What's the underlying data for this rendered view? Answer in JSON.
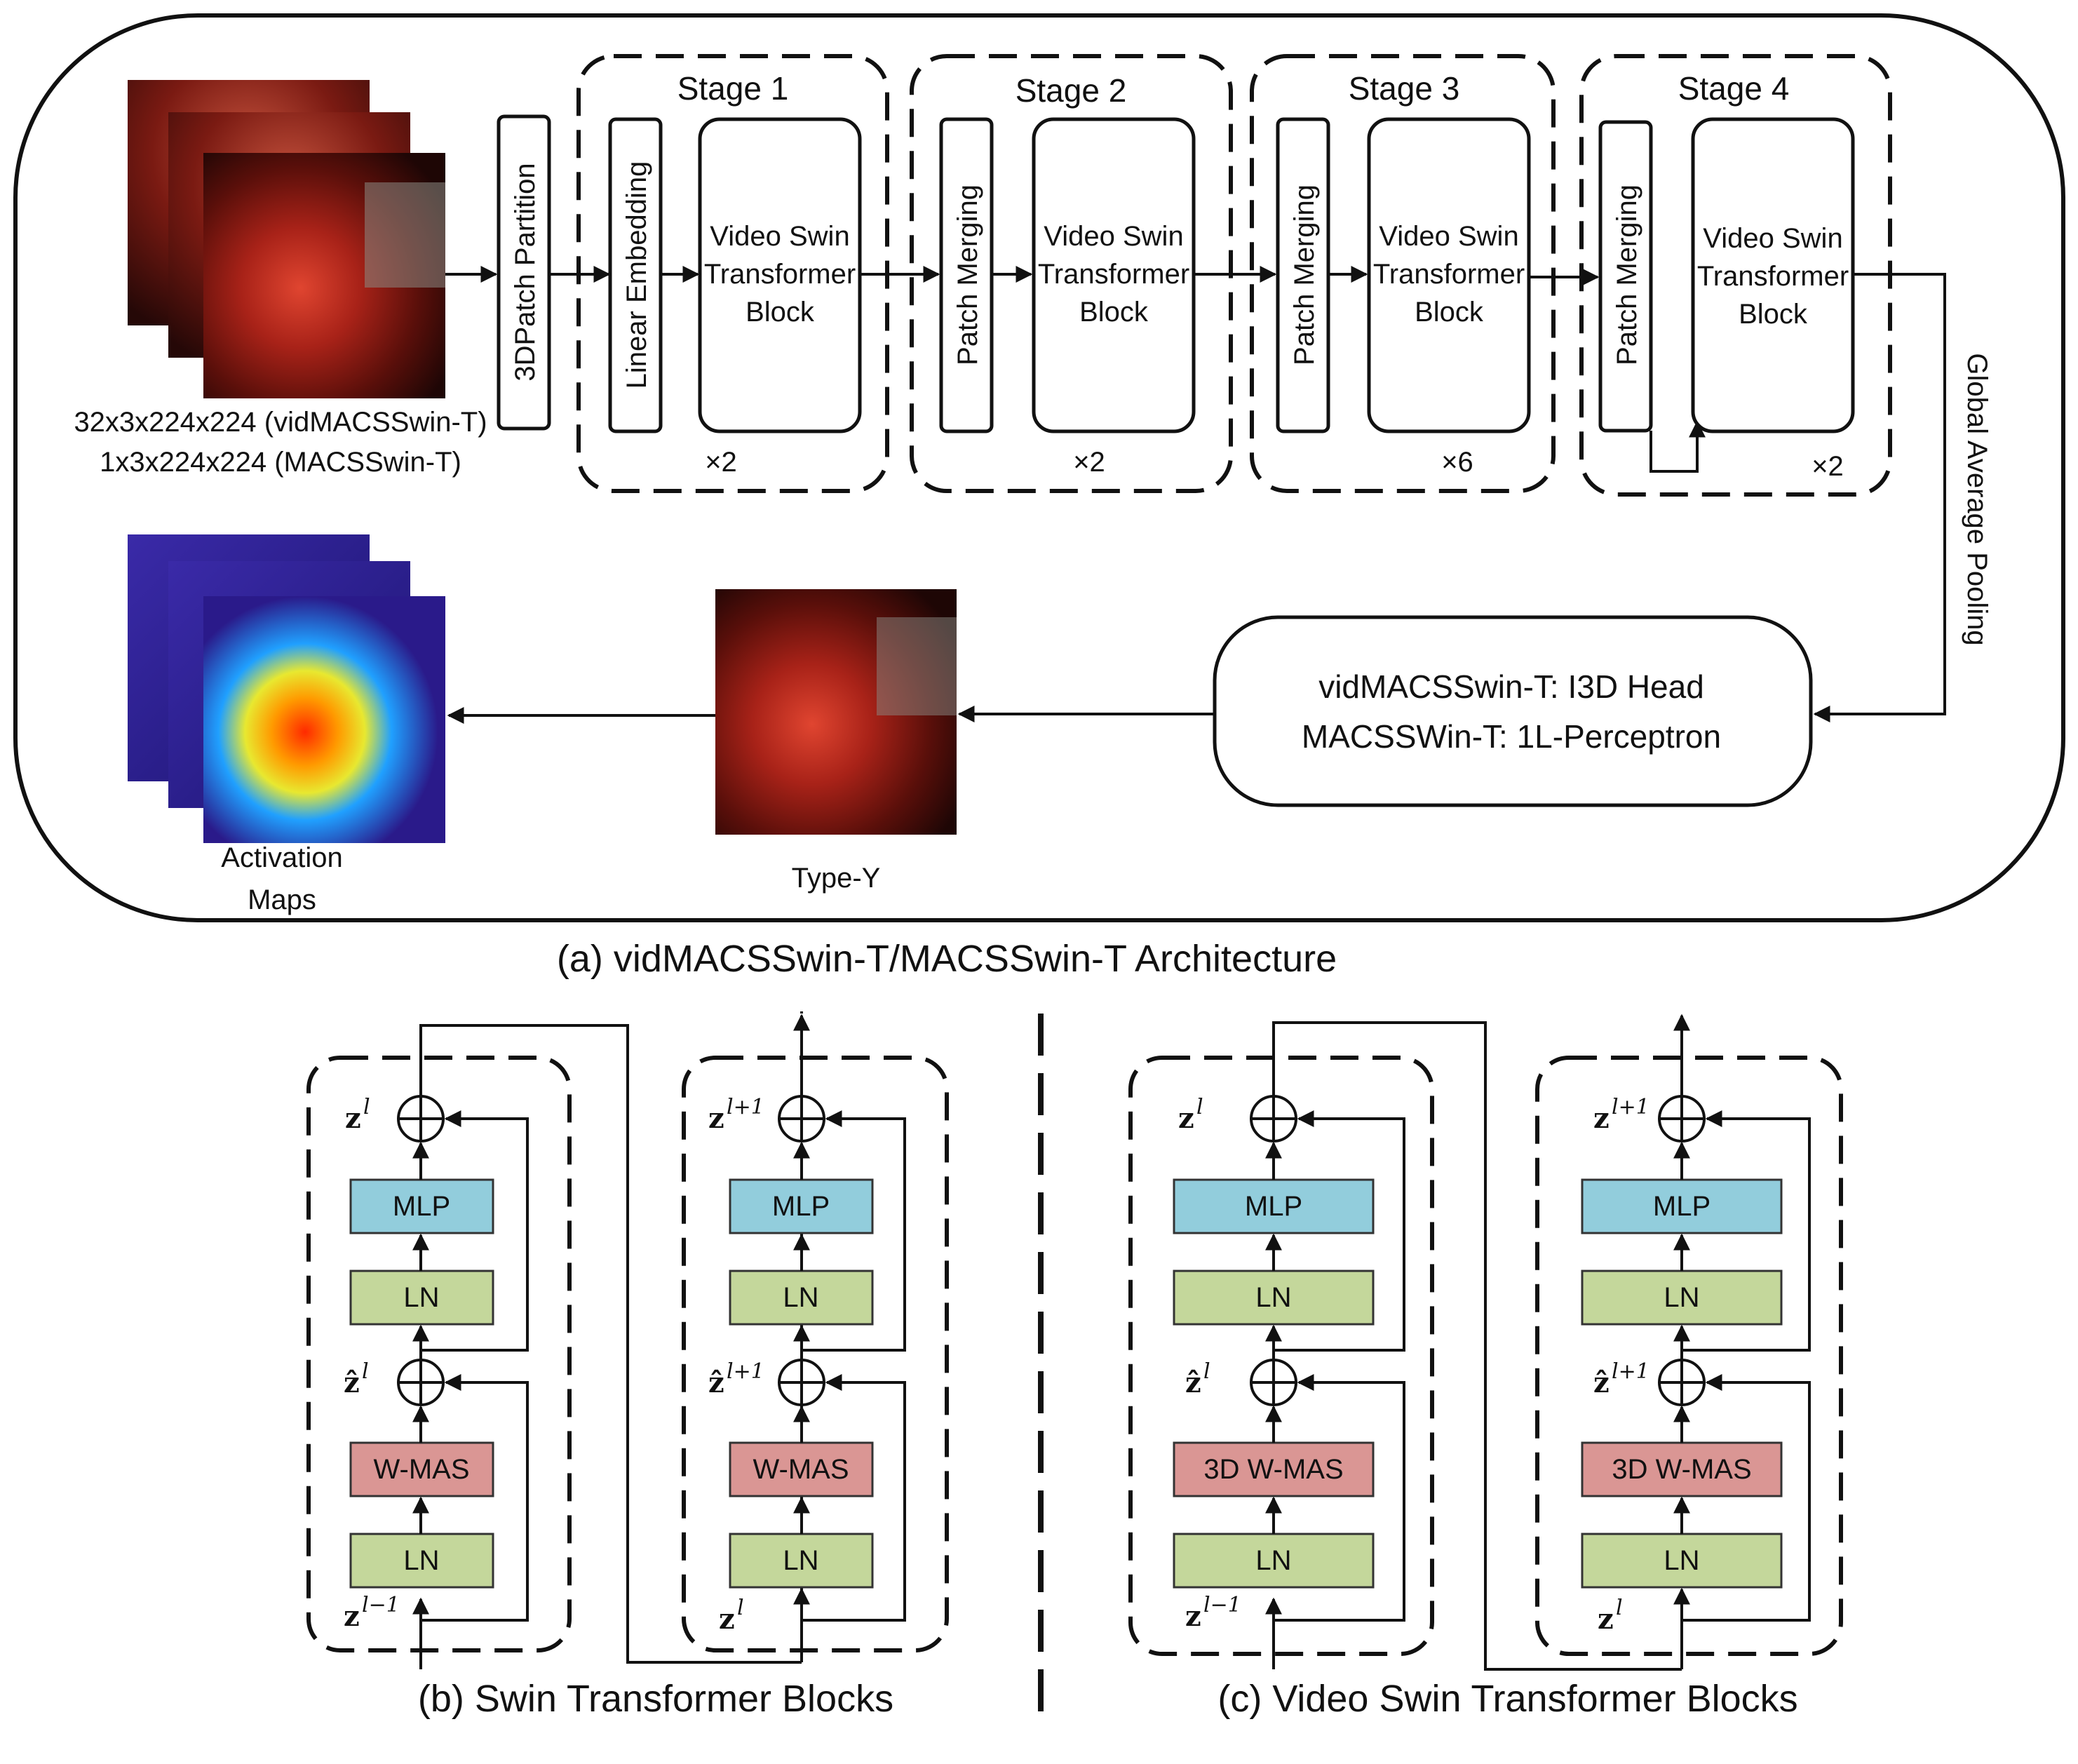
{
  "panel_a": {
    "caption": "(a) vidMACSSwin-T/MACSSwin-T Architecture",
    "input_dims_line1": "32x3x224x224 (vidMACSSwin-T)",
    "input_dims_line2": "1x3x224x224 (MACSSwin-T)",
    "patch_partition": "3DPatch Partition",
    "linear_embedding": "Linear Embedding",
    "patch_merging": "Patch Merging",
    "block_line1": "Video Swin",
    "block_line2": "Transformer",
    "block_line3": "Block",
    "stages": [
      {
        "title": "Stage 1",
        "repeat": "×2"
      },
      {
        "title": "Stage 2",
        "repeat": "×2"
      },
      {
        "title": "Stage 3",
        "repeat": "×6"
      },
      {
        "title": "Stage 4",
        "repeat": "×2"
      }
    ],
    "pooling": "Global Average Pooling",
    "head_line1": "vidMACSSwin-T: I3D Head",
    "head_line2": "MACSSWin-T: 1L-Perceptron",
    "output_label": "Type-Y",
    "activation_line1": "Activation",
    "activation_line2": "Maps"
  },
  "panel_b": {
    "caption": "(b) Swin Transformer Blocks",
    "mlp": "MLP",
    "ln": "LN",
    "attn": "W-MAS"
  },
  "panel_c": {
    "caption": "(c) Video Swin Transformer Blocks",
    "mlp": "MLP",
    "ln": "LN",
    "attn": "3D W-MAS"
  },
  "math": {
    "z": "z",
    "zhat": "ẑ",
    "sup_l": "l",
    "sup_lm1": "l−1",
    "sup_lp1": "l+1"
  },
  "colors": {
    "mlp": "#92cddc",
    "ln": "#c4d79b",
    "attention": "#da9694",
    "endoscope": "#8a1a12",
    "heatmap": "#ff3300"
  }
}
